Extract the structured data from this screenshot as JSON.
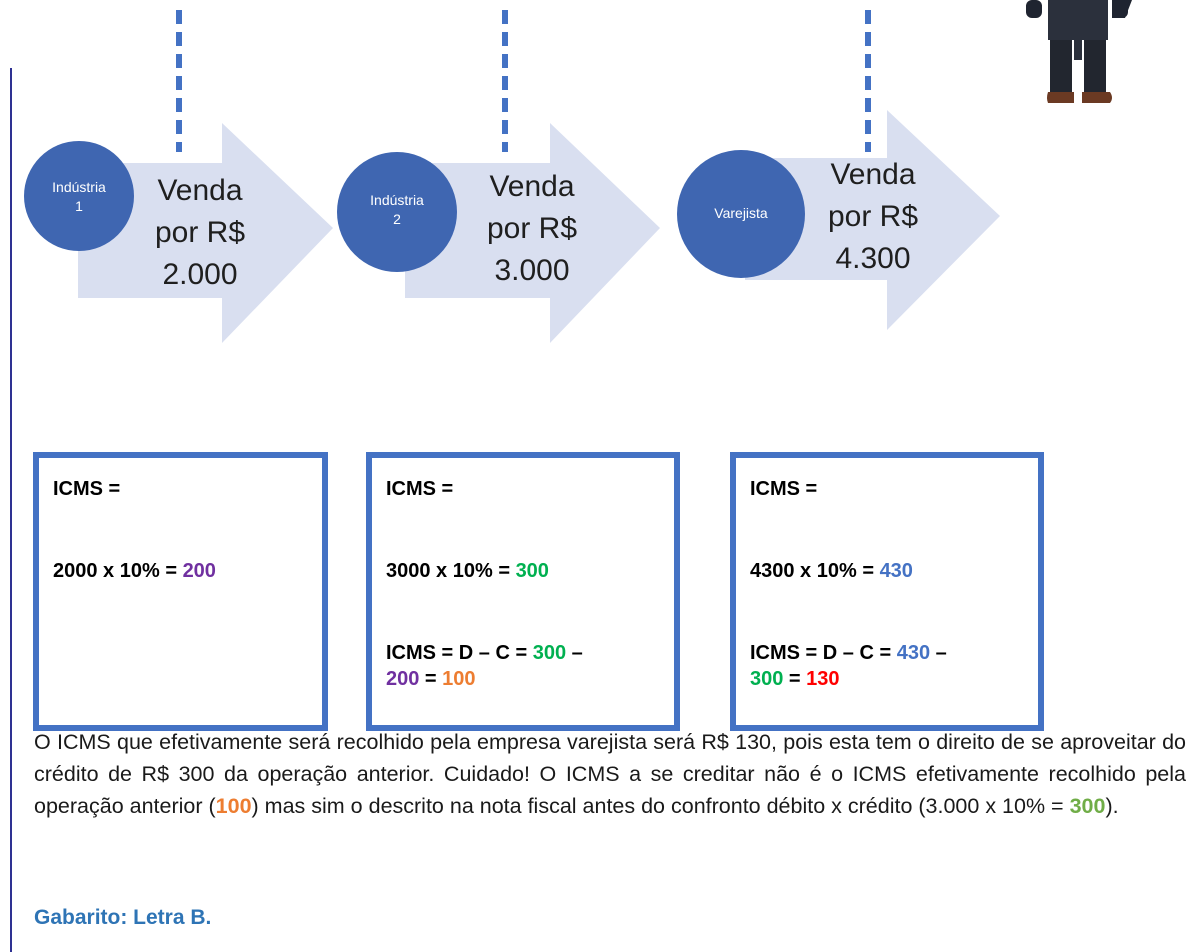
{
  "stages": [
    {
      "label_line1": "Indústria",
      "label_line2": "1",
      "sale_line1": "Venda",
      "sale_line2": "por R$",
      "sale_value": "2.000"
    },
    {
      "label_line1": "Indústria",
      "label_line2": "2",
      "sale_line1": "Venda",
      "sale_line2": "por R$",
      "sale_value": "3.000"
    },
    {
      "label_line1": "Varejista",
      "label_line2": "",
      "sale_line1": "Venda",
      "sale_line2": "por R$",
      "sale_value": "4.300"
    }
  ],
  "boxes": [
    {
      "title": "ICMS =",
      "calc_prefix": "2000 x 10% = ",
      "calc_value": "200",
      "formula_prefix": "",
      "formula_debit": "",
      "formula_dash": "",
      "formula_credit": "",
      "formula_eq": "",
      "formula_result": ""
    },
    {
      "title": "ICMS =",
      "calc_prefix": "3000 x 10% = ",
      "calc_value": "300",
      "formula_prefix": "ICMS = D – C = ",
      "formula_debit": "300",
      "formula_dash": " –",
      "formula_credit": "200",
      "formula_eq": " = ",
      "formula_result": "100"
    },
    {
      "title": "ICMS =",
      "calc_prefix": "4300 x 10% = ",
      "calc_value": "430",
      "formula_prefix": "ICMS = D – C = ",
      "formula_debit": "430",
      "formula_dash": " –",
      "formula_credit": "300",
      "formula_eq": " = ",
      "formula_result": "130"
    }
  ],
  "explanation": {
    "part1": "O ICMS que efetivamente será recolhido pela empresa varejista será R$ 130, pois esta tem o direito de se aproveitar do crédito de R$ 300 da operação anterior. Cuidado! O ICMS a se creditar não é o ICMS efetivamente recolhido pela operação anterior (",
    "highlight1": "100",
    "part2": ") mas sim o descrito na nota fiscal antes do confronto débito x crédito (3.000 x 10% = ",
    "highlight2": "300",
    "part3": ")."
  },
  "answer": "Gabarito: Letra B.",
  "colors": {
    "arrow_fill": "#d9dff0",
    "circle_fill": "#3f66b1",
    "dash_line": "#4472c4",
    "box_border": "#4472c4",
    "purple": "#7030a0",
    "green": "#00b050",
    "orange": "#ed7d31",
    "blue": "#4472c4",
    "red": "#ff0000",
    "light_green": "#70ad47",
    "answer_blue": "#2e74b5"
  }
}
